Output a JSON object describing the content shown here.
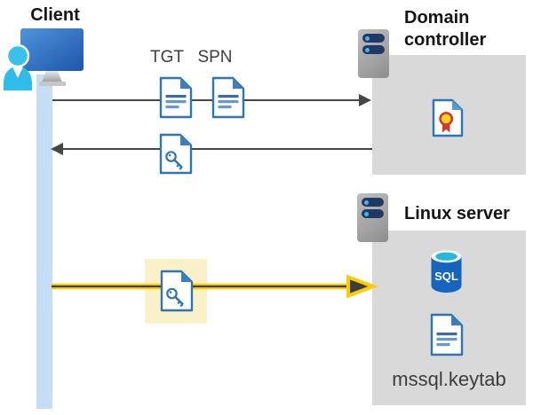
{
  "client": {
    "label": "Client"
  },
  "tickets": {
    "tgt_label": "TGT",
    "spn_label": "SPN"
  },
  "domain_controller": {
    "name_line1": "Domain",
    "name_line2": "controller"
  },
  "linux_server": {
    "name": "Linux server",
    "sql_badge": "SQL",
    "keytab_file": "mssql.keytab"
  },
  "icons": {
    "client": "person-at-workstation-icon",
    "server": "server-icon",
    "ticket_document": "document-icon",
    "key_document": "key-document-icon",
    "certificate": "certificate-document-icon",
    "database": "sql-database-icon"
  },
  "colors": {
    "doc_blue": "#2e75b6",
    "fold_blue": "#3c7ec0",
    "zone_gray": "#d9d9d9",
    "arrow_gray": "#474747",
    "timeline_blue": "#c6ddf6",
    "highlight_yellow": "#faf1c9",
    "arrow_yellow": "#ffcc00",
    "server_bar_navy": "#1f3864",
    "led_cyan": "#3cb9e8",
    "sql_blue": "#1565be",
    "sql_top_cyan": "#28b7dc",
    "cert_yellow": "#ffd21e",
    "cert_red": "#d2382c",
    "person_cyan": "#2ebde9"
  }
}
